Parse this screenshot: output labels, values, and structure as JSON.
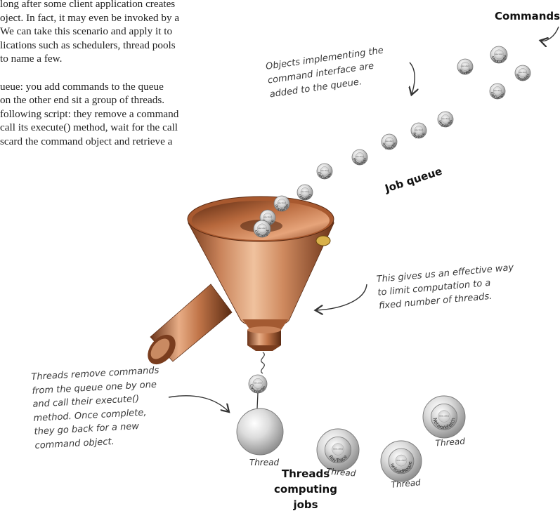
{
  "body_text": {
    "lines": [
      "long after some client application creates",
      "oject.  In fact, it may even be invoked by a",
      "  We can take this scenario and apply it to",
      "lications such as schedulers, thread pools",
      " to name a few.",
      "",
      "ueue: you add commands to the queue",
      " on the other end sit a group of threads.",
      " following script: they remove a command",
      " call its execute() method, wait for the call",
      "scard the command object and retrieve a"
    ]
  },
  "labels": {
    "commands": "Commands",
    "job_queue": "Job queue",
    "threads_computing_1": "Threads computing",
    "threads_computing_2": "jobs"
  },
  "annotations": {
    "objects_1": "Objects implementing the",
    "objects_2": "command interface are",
    "objects_3": "added to the queue.",
    "effective_1": "This gives us an effective way",
    "effective_2": "to limit computation to a",
    "effective_3": "fixed number of threads.",
    "threads_1": "Threads remove commands",
    "threads_2": "from the queue one by one",
    "threads_3": "and call their execute()",
    "threads_4": "method.  Once complete,",
    "threads_5": "they go back for a new",
    "threads_6": "command object."
  },
  "queue_commands": [
    "DistributedComputation",
    "DownloadRequest",
    "NetworkFetch",
    "FinancialComputation",
    "CompilerTask",
    "RayTrace",
    "CompilerTask",
    "NetworkFetch",
    "FinancialComputation",
    "DownloadRequest",
    "CompilerTask",
    "RayTrace",
    "FinancialComputation"
  ],
  "ball_inner_text": "execute()",
  "falling_command": "CompilerTask",
  "threads": [
    {
      "label": "Thread",
      "job": ""
    },
    {
      "label": "Thread",
      "job": "RayTrace"
    },
    {
      "label": "Thread",
      "job": "NetworkFetch"
    },
    {
      "label": "Thread",
      "job": "DownloadRequest"
    }
  ],
  "colors": {
    "funnel_copper": "#c87a4e",
    "funnel_dark": "#8a4a28",
    "ball_gray": "#cfcfcf",
    "ink": "#333333"
  }
}
